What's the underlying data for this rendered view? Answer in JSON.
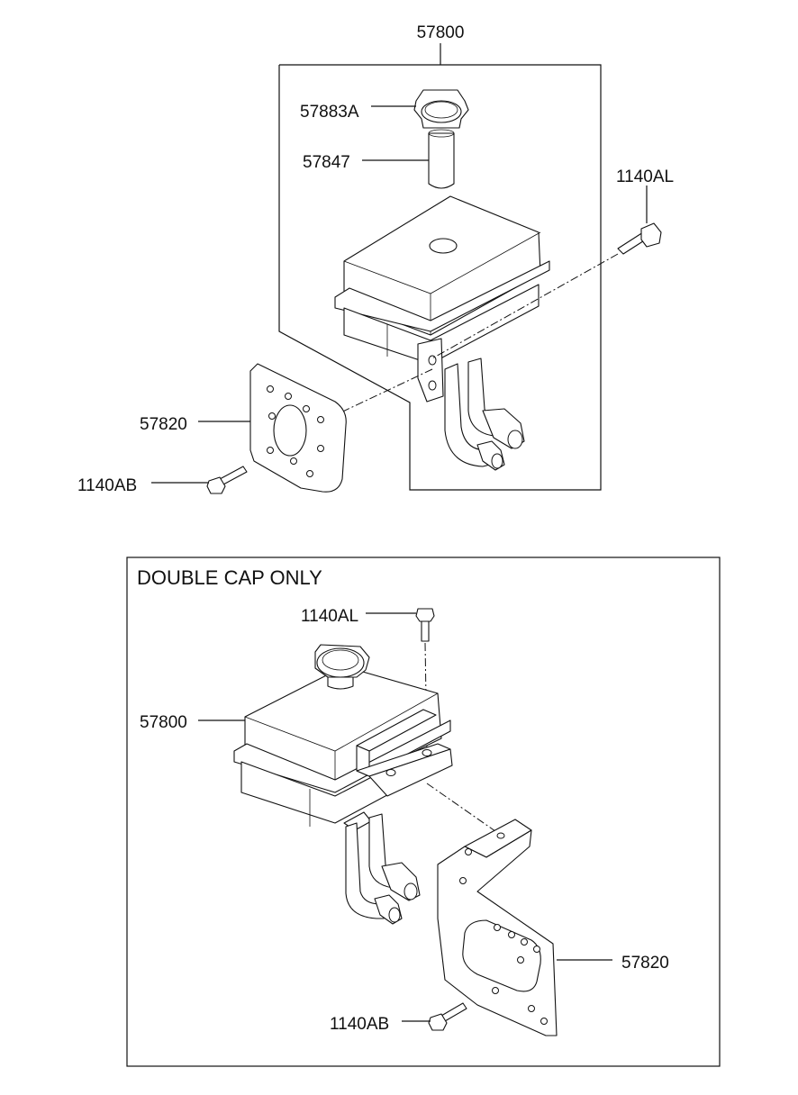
{
  "diagram": {
    "top_panel": {
      "assembly_label": "57800",
      "callouts": {
        "cap": "57883A",
        "strainer": "57847",
        "bolt_top": "1140AL",
        "bracket": "57820",
        "bolt_bottom": "1140AB"
      }
    },
    "bottom_panel": {
      "title": "DOUBLE CAP ONLY",
      "callouts": {
        "bolt_top": "1140AL",
        "reservoir": "57800",
        "bracket": "57820",
        "bolt_bottom": "1140AB"
      }
    }
  }
}
